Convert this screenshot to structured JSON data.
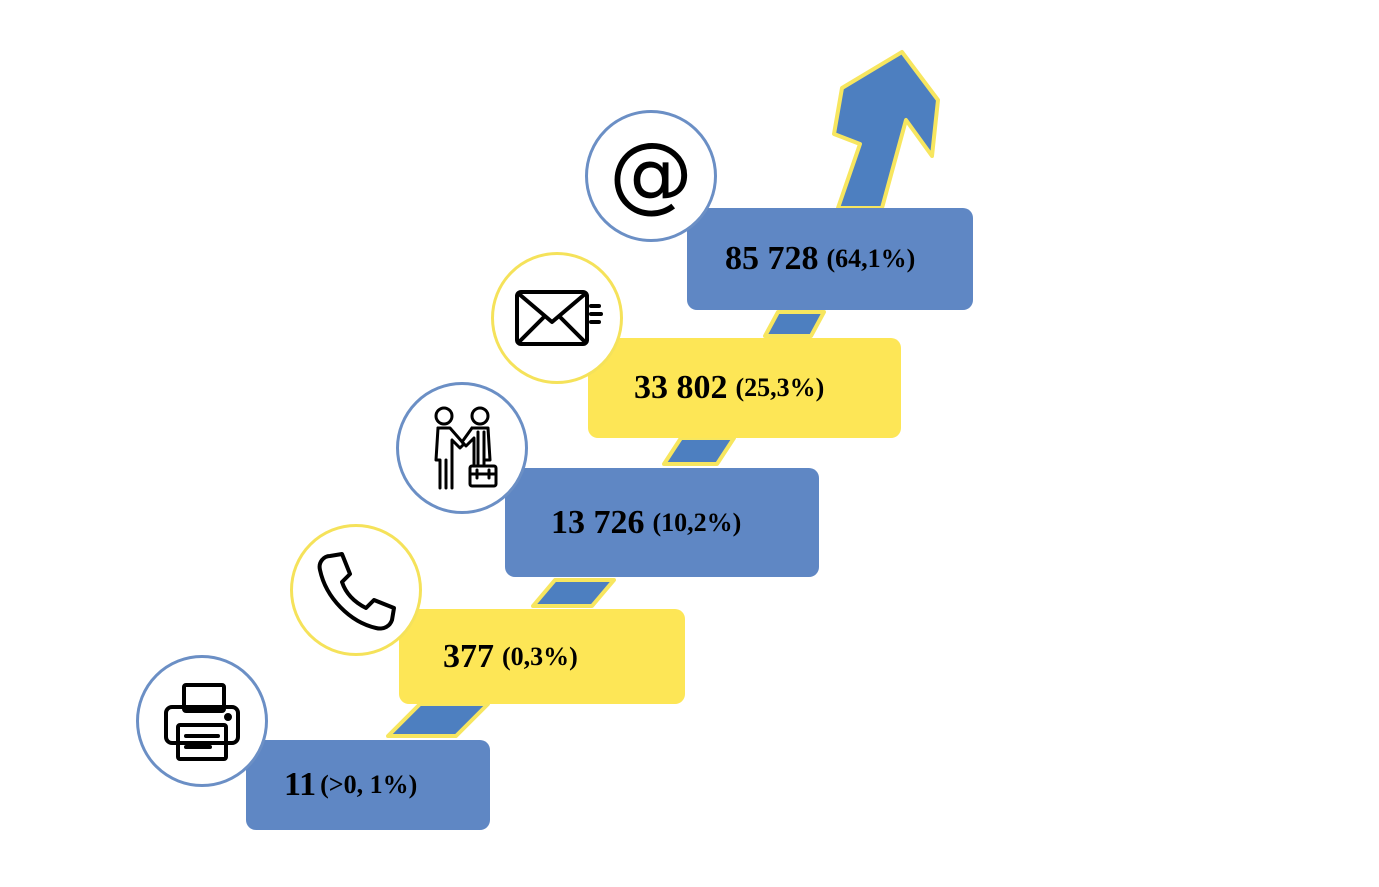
{
  "colors": {
    "blue": "#5f87c4",
    "yellow": "#fde656",
    "arrow_fill": "#4d7fc0",
    "arrow_outline": "#f7e65f",
    "circle_blue_border": "#6b8fc5",
    "circle_yellow_border": "#f5e25a"
  },
  "steps": [
    {
      "icon": "fax-printer-icon",
      "value": "11",
      "share": "(>0, 1%)",
      "color": "blue"
    },
    {
      "icon": "phone-icon",
      "value": "377",
      "share": "(0,3%)",
      "color": "yellow"
    },
    {
      "icon": "handshake-meeting-icon",
      "value": "13 726",
      "share": "(10,2%)",
      "color": "blue"
    },
    {
      "icon": "envelope-mail-icon",
      "value": "33 802",
      "share": "(25,3%)",
      "color": "yellow"
    },
    {
      "icon": "at-email-icon",
      "value": "85 728",
      "share": "(64,1%)",
      "color": "blue",
      "glyph": "@"
    }
  ]
}
